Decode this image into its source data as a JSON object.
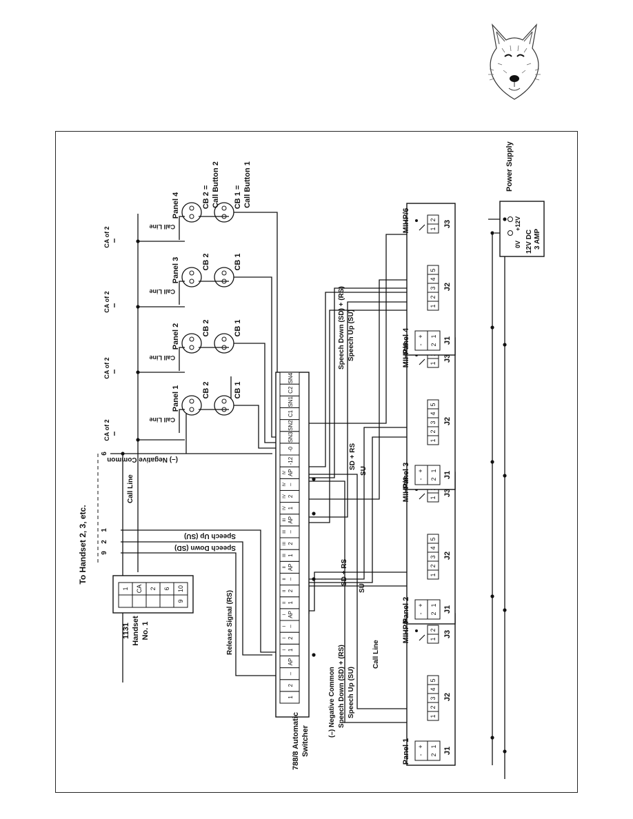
{
  "logo": {
    "icon": "husky-logo-icon"
  },
  "switcher": {
    "title_line1": "788/8 Automatic",
    "title_line2": "Switcher",
    "terminals": [
      {
        "top": "",
        "bottom": "1"
      },
      {
        "top": "",
        "bottom": "2"
      },
      {
        "top": "",
        "bottom": "–"
      },
      {
        "top": "",
        "bottom": "AP"
      },
      {
        "top": "I",
        "bottom": "1"
      },
      {
        "top": "I",
        "bottom": "2"
      },
      {
        "top": "I",
        "bottom": "–"
      },
      {
        "top": "I",
        "bottom": "AP"
      },
      {
        "top": "II",
        "bottom": "1"
      },
      {
        "top": "II",
        "bottom": "2"
      },
      {
        "top": "II",
        "bottom": "–"
      },
      {
        "top": "II",
        "bottom": "AP"
      },
      {
        "top": "III",
        "bottom": "1"
      },
      {
        "top": "III",
        "bottom": "2"
      },
      {
        "top": "III",
        "bottom": "–"
      },
      {
        "top": "III",
        "bottom": "AP"
      },
      {
        "top": "IV",
        "bottom": "1"
      },
      {
        "top": "IV",
        "bottom": "2"
      },
      {
        "top": "IV",
        "bottom": "–"
      },
      {
        "top": "IV",
        "bottom": "AP"
      },
      {
        "top": "",
        "bottom": "-12"
      },
      {
        "top": "",
        "bottom": "-0"
      },
      {
        "top": "",
        "bottom": "SN3"
      },
      {
        "top": "",
        "bottom": "SN2"
      },
      {
        "top": "",
        "bottom": "C1"
      },
      {
        "top": "",
        "bottom": "SN1"
      },
      {
        "top": "",
        "bottom": "C2"
      },
      {
        "top": "",
        "bottom": "SN4"
      }
    ]
  },
  "handset": {
    "label_line1": "1131",
    "label_line2": "Handset",
    "label_line3": "No. 1",
    "terminals_left": [
      "1",
      "CA",
      "2",
      "6",
      "10"
    ],
    "terminals_right": [
      "",
      "",
      "",
      "",
      "9"
    ],
    "to_handset_label": "To Handset 2, 3, etc.",
    "bus_numbers": [
      "1",
      "2",
      "9",
      "6"
    ]
  },
  "modules": [
    {
      "panel": "Panel 1",
      "model": "MIHP/6",
      "j1": "J1",
      "j2": "J2",
      "j3": "J3"
    },
    {
      "panel": "Panel 2",
      "model": "MIHP/6",
      "j1": "J1",
      "j2": "J2",
      "j3": "J3"
    },
    {
      "panel": "Panel 3",
      "model": "MIHP/6",
      "j1": "J1",
      "j2": "J2",
      "j3": "J3"
    },
    {
      "panel": "Panel 4",
      "model": "MIHP/6",
      "j1": "J1",
      "j2": "J2",
      "j3": "J3"
    }
  ],
  "module_pins": {
    "j1_plus": "+",
    "j1_minus": "-",
    "j1_nums": [
      "1",
      "2"
    ],
    "j2_nums": [
      "1",
      "2",
      "3",
      "4",
      "5"
    ],
    "j3_nums": [
      "1",
      "2"
    ]
  },
  "panels": [
    {
      "title": "Panel 1",
      "cb2": "CB 2",
      "cb1": "CB 1",
      "call_line": "Call Line",
      "ca_of": "CA of 2"
    },
    {
      "title": "Panel 2",
      "cb2": "CB 2",
      "cb1": "CB 1",
      "call_line": "Call Line",
      "ca_of": "CA of 2"
    },
    {
      "title": "Panel 3",
      "cb2": "CB 2",
      "cb1": "CB 1",
      "call_line": "Call Line",
      "ca_of": "CA of 2"
    },
    {
      "title": "Panel 4",
      "cb2": "CB 2 =",
      "cb2_sub": "Call Button 2",
      "cb1": "CB 1 =",
      "cb1_sub": "Call Button 1",
      "call_line": "Call Line",
      "ca_of": "CA of 2"
    }
  ],
  "power_supply": {
    "title": "Power Supply",
    "v12": "+12V",
    "v0": "0V",
    "line1": "12V DC",
    "line2": "3 AMP"
  },
  "wire_labels": {
    "negative_common_top": "(–) Negative Common",
    "negative_common_bottom": "(–) Negative Common",
    "call_line_left": "Call Line",
    "call_line_mid": "Call Line",
    "speech_up_top": "Speech Up (SU)",
    "speech_down_top": "Speech Down (SD)",
    "release_signal": "Release Signal (RS)",
    "sd_rs_p1": "Speech Down (SD) + (RS)",
    "su_p1": "Speech Up (SU)",
    "sd_rs_p2": "SD + RS",
    "su_p2": "SU",
    "sd_rs_p3": "SD + RS",
    "su_p3": "SU",
    "sd_rs_p4": "Speech Down (SD) + (RS)",
    "su_p4": "Speech Up (SU)"
  }
}
